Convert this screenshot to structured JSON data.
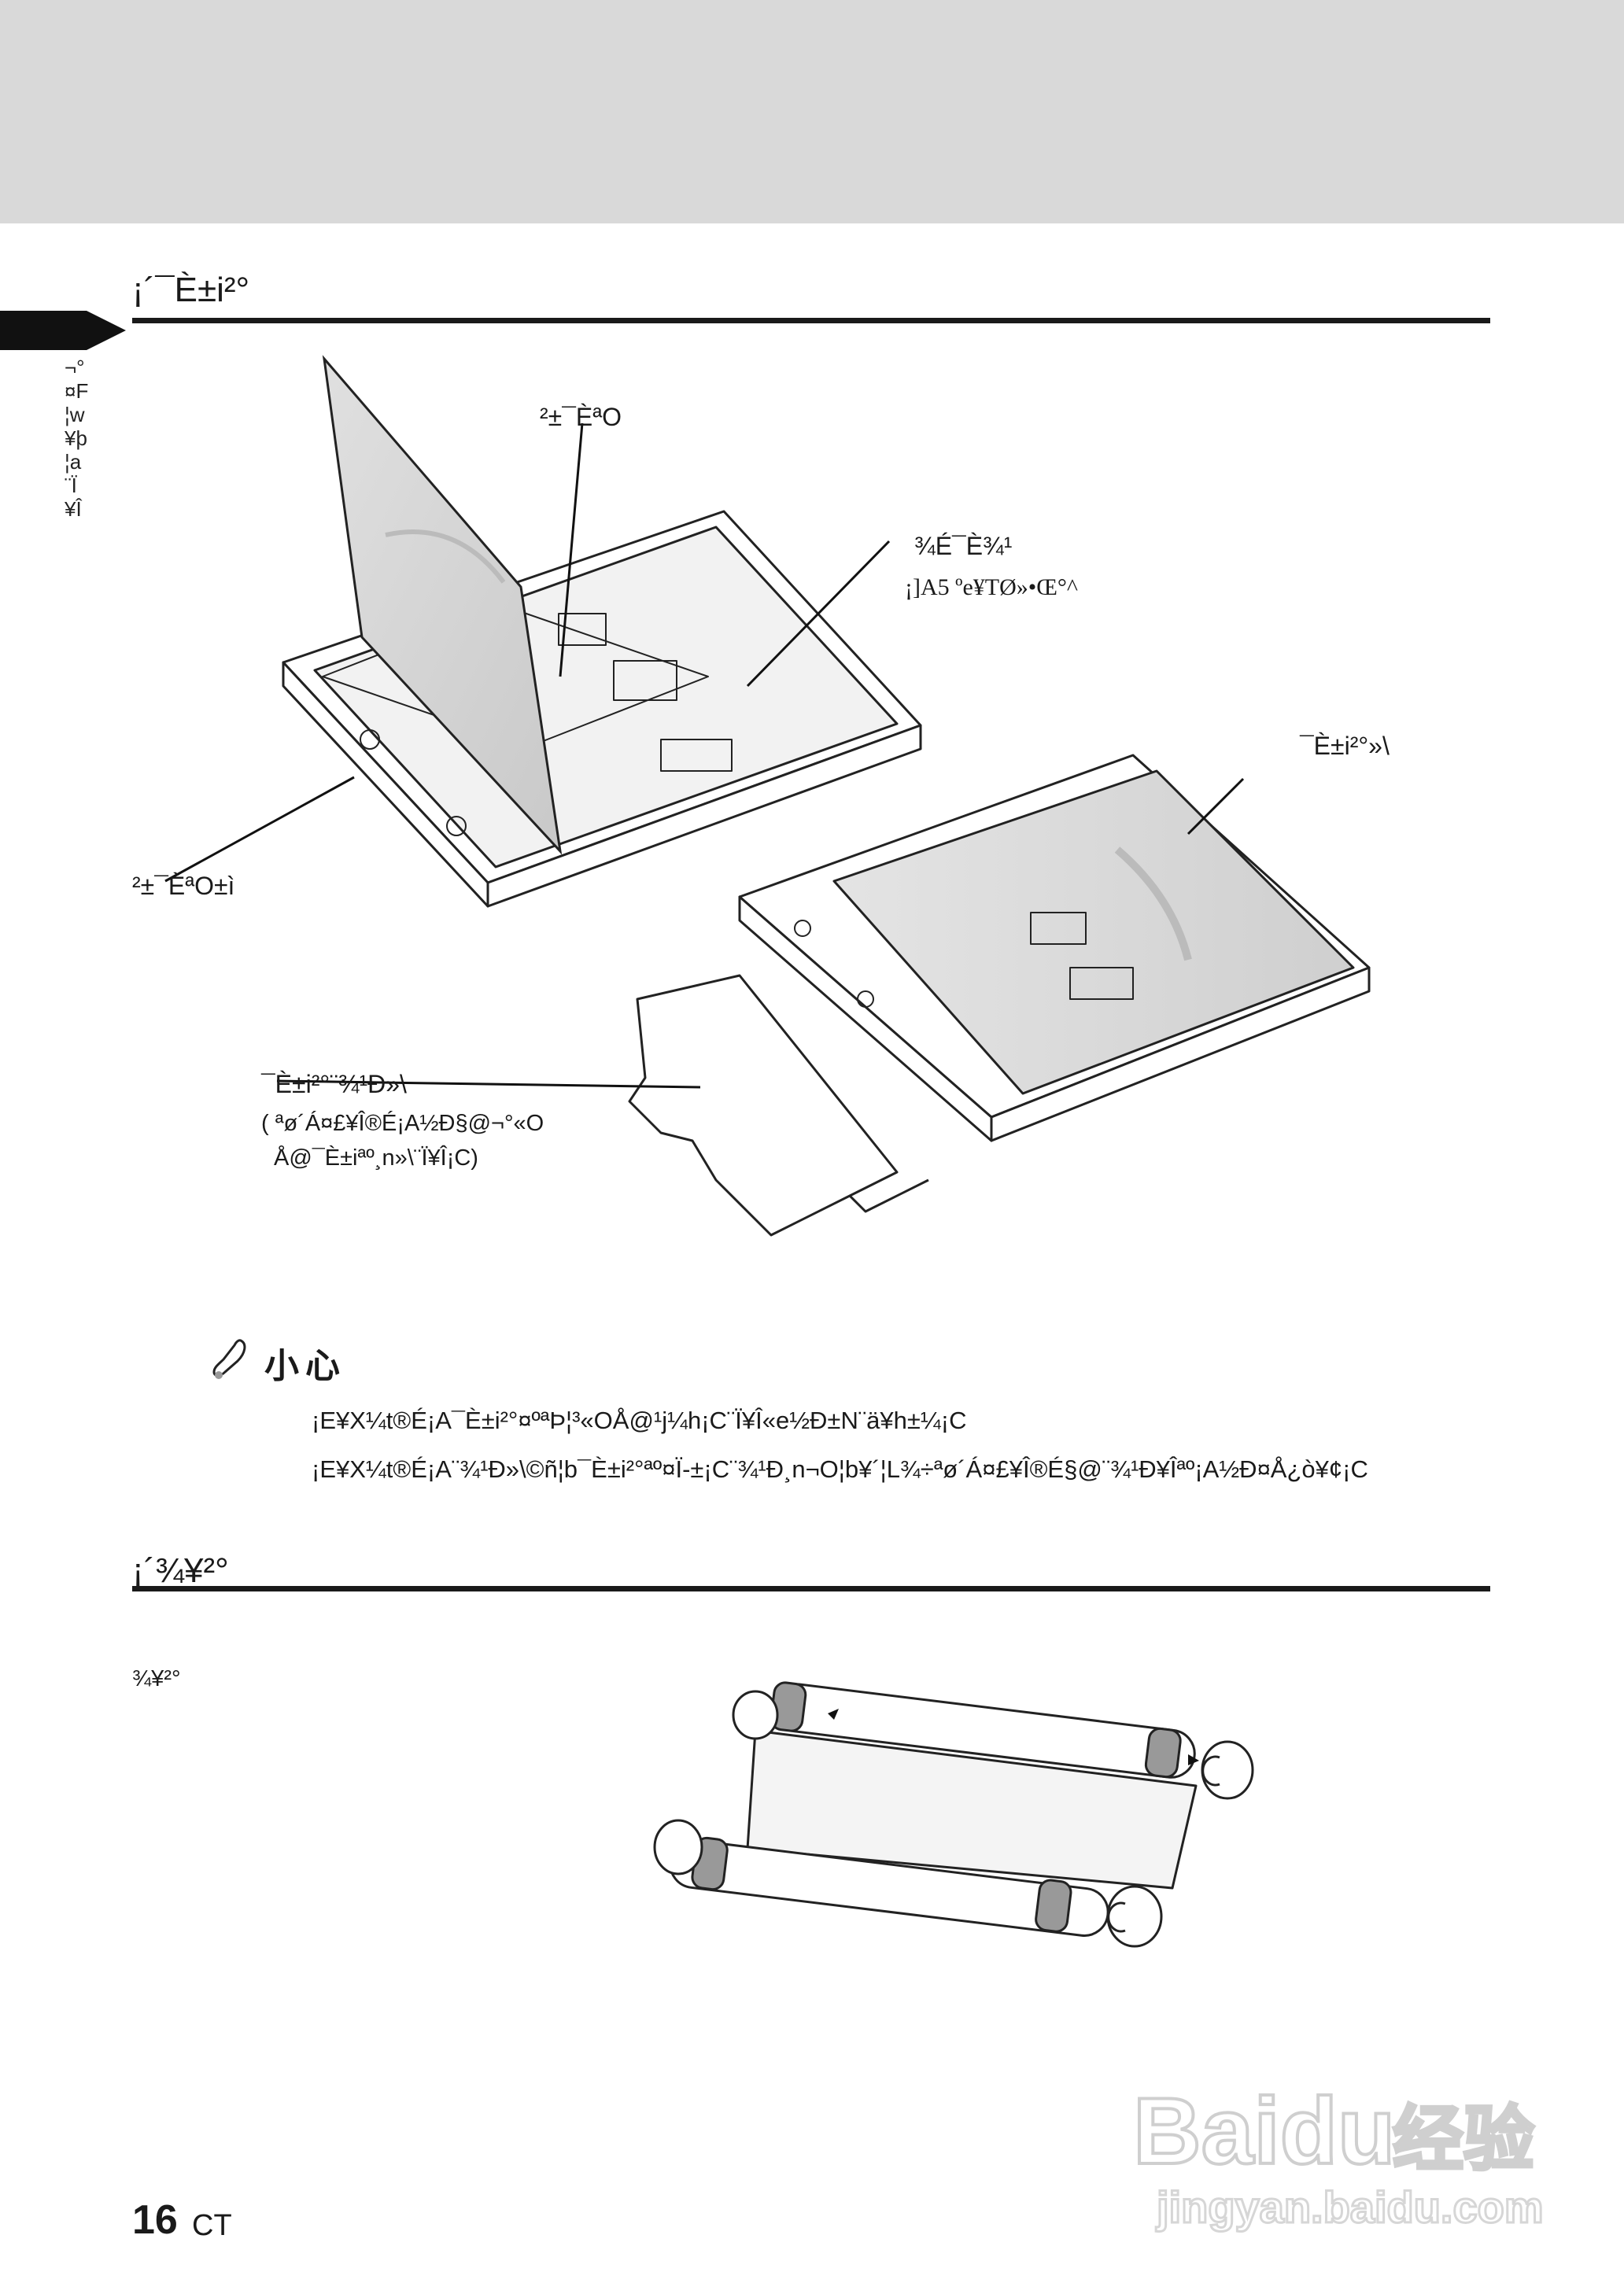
{
  "sidebar": {
    "lines": [
      "¬°",
      "¤F",
      "¦w",
      "¥þ",
      "¦a",
      "¨Ï",
      "¥Î"
    ]
  },
  "section1": {
    "title": "¡´¯È±i²°"
  },
  "diagram1": {
    "labels": {
      "cover_top": "²±¯ÈªO",
      "clip": "¾É¯È¾¹",
      "clip_note": "¡]A5 ºe¥TØ»•Œ°^",
      "tray_right": "¯È±i²°»\\",
      "cover_handle": "²±¯ÈªO±ì",
      "lid_label": "¯È±i²°¨¾¹Ð»\\",
      "lid_note_1": "( ªø´Á¤£¥Î®É¡A½Ð§@¬°«O",
      "lid_note_2": "Å@¯È±iªº¸n»\\¨Ï¥Î¡C)"
    }
  },
  "caution": {
    "title": "小心",
    "lines": [
      "¡E¥X¼t®É¡A¯È±i²°¤ºªÞ¦³«OÅ@¹j¼h¡C¨Ï¥Î«e½Ð±N¨ä¥h±¼¡C",
      "¡E¥X¼t®É¡A¨¾¹Ð»\\©ñ¦b¯È±i²°ªº¤Ï-±¡C¨¾¹Ð¸n¬O¦b¥´¦L¾÷ªø´Á¤£¥Î®É§@¨¾¹Ð¥Îªº¡A½Ð¤Å¿ò¥¢¡C"
    ]
  },
  "section2": {
    "title": "¡´¾¥²°",
    "sub_label": "¾¥²°"
  },
  "footer": {
    "page_number": "16",
    "page_suffix": "CT"
  },
  "watermark": {
    "brand": "Baidu",
    "cn": "经验",
    "url": "jingyan.baidu.com"
  }
}
